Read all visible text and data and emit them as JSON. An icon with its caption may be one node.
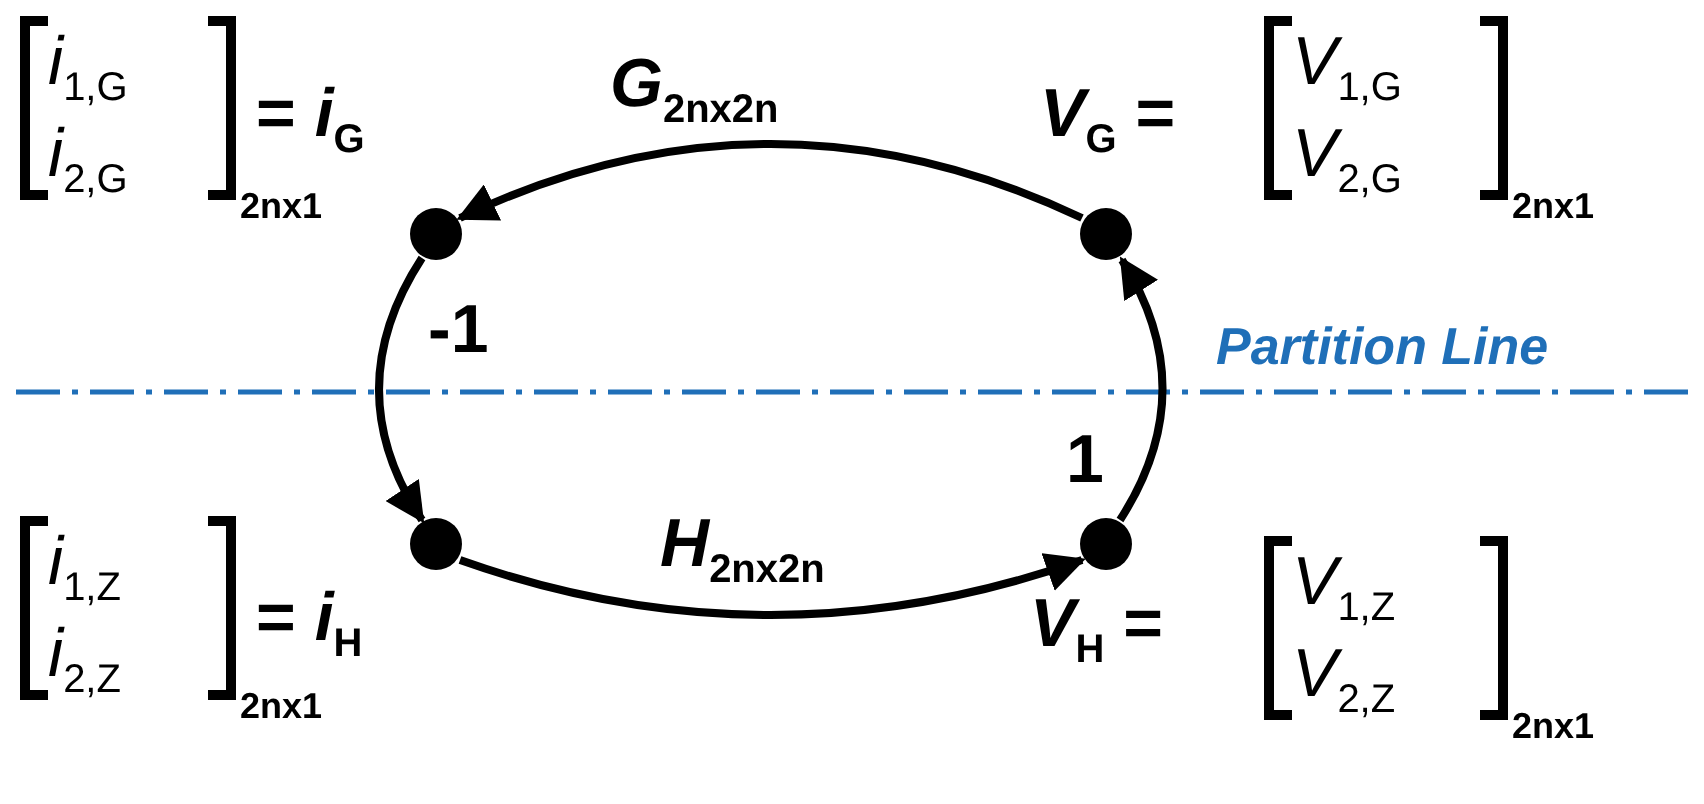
{
  "diagram": {
    "nodes": [
      {
        "text": [],
        "shape": "circle",
        "beside": [
          "i$_{1,G}$",
          "i$_{2,G}$",
          "= *i*$_{G}$",
          "2nx1"
        ]
      },
      {
        "text": [],
        "shape": "circle",
        "beside": [
          "*V*$_{G}$ =",
          "V$_{1,G}$",
          "V$_{2,G}$",
          "2nx1"
        ]
      },
      {
        "text": [],
        "shape": "circle",
        "beside": [
          "i$_{1,Z}$",
          "i$_{2,Z}$",
          "= *i*$_{H}$",
          "2nx1"
        ]
      },
      {
        "text": [],
        "shape": "circle",
        "beside": [
          "*V*$_{H}$ =",
          "V$_{1,Z}$",
          "V$_{2,Z}$",
          "2nx1"
        ]
      }
    ],
    "edges": [
      {
        "from": 1,
        "to": 0,
        "arrow": "to",
        "label": "*G*$_{2nx2n}$"
      },
      {
        "from": 0,
        "to": 2,
        "arrow": "to",
        "label": "-1"
      },
      {
        "from": 2,
        "to": 3,
        "arrow": "to",
        "label": "*H*$_{2nx2n}$"
      },
      {
        "from": 3,
        "to": 1,
        "arrow": "to",
        "label": "1"
      }
    ],
    "labels": [
      "Partition Line"
    ]
  }
}
